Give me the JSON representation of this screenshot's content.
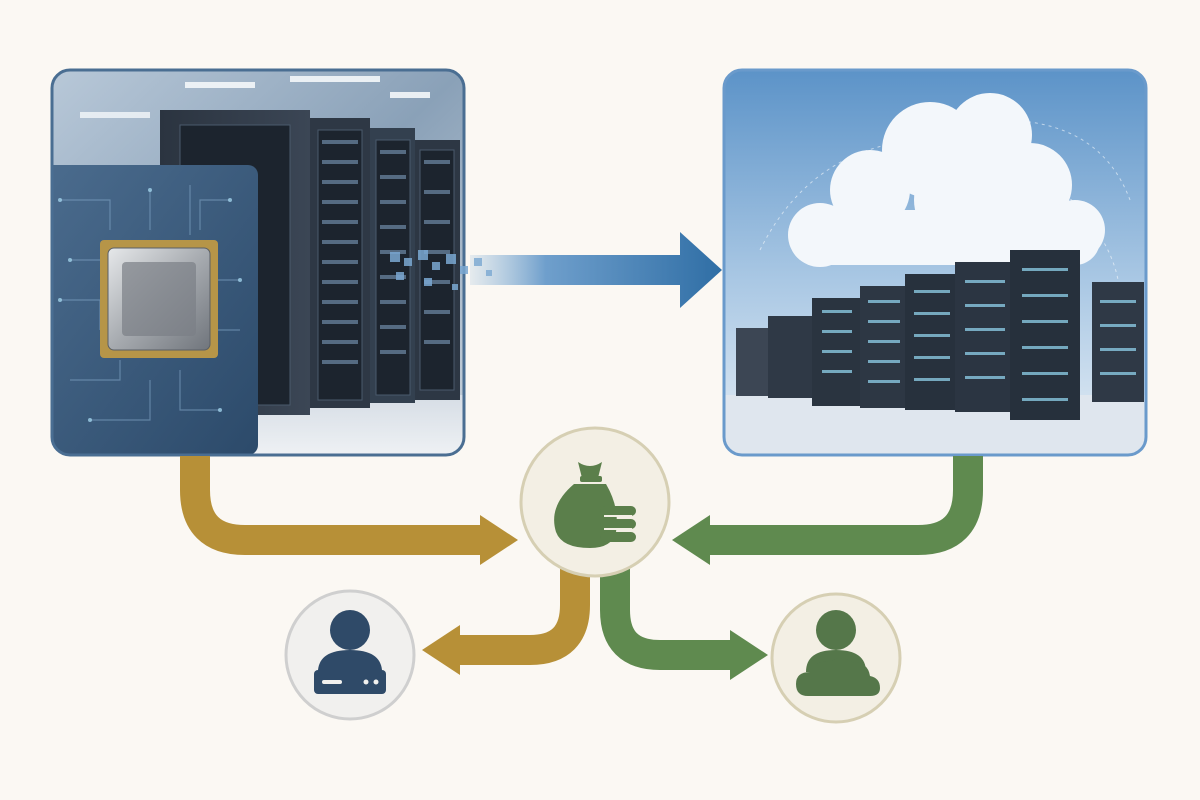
{
  "diagram": {
    "panels": [
      {
        "id": "on-premises",
        "icon": "on-premises-data-center-icon",
        "accent": "#3f6e98"
      },
      {
        "id": "cloud",
        "icon": "cloud-data-center-icon",
        "accent": "#4f8cc4"
      }
    ],
    "center_node": {
      "icon": "money-bag-coins-icon",
      "color": "#5b7f4b",
      "ring": "#d6cfb3"
    },
    "people": [
      {
        "id": "server-user",
        "icon": "person-with-server-icon",
        "color": "#2f4a68",
        "ring": "#cfcfcf"
      },
      {
        "id": "cloud-user",
        "icon": "person-with-cloud-icon",
        "color": "#55774a",
        "ring": "#d6cfb3"
      }
    ],
    "arrows": [
      {
        "id": "migration-arrow",
        "from": "on-premises",
        "to": "cloud",
        "color": "#3f79ad"
      },
      {
        "id": "onprem-to-cost-arrow",
        "from": "on-premises",
        "to": "center_node",
        "color": "#b79037"
      },
      {
        "id": "cloud-to-cost-arrow",
        "from": "cloud",
        "to": "center_node",
        "color": "#5f8a4f"
      },
      {
        "id": "cost-to-server-user-arrow",
        "from": "center_node",
        "to": "server-user",
        "color": "#b79037"
      },
      {
        "id": "cost-to-cloud-user-arrow",
        "from": "center_node",
        "to": "cloud-user",
        "color": "#5f8a4f"
      }
    ]
  }
}
